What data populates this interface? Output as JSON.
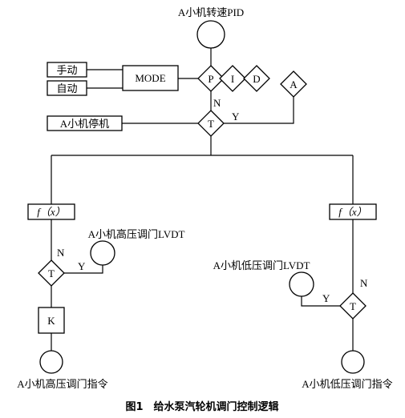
{
  "diagram": {
    "top_label": "A小机转速PID",
    "manual_label": "手动",
    "auto_label": "自动",
    "mode_label": "MODE",
    "pid": [
      "P",
      "I",
      "D"
    ],
    "a_label": "A",
    "stop_label": "A小机停机",
    "n_label": "N",
    "y_label": "Y",
    "t_label": "T",
    "k_label": "K",
    "fx_label": "f（x）",
    "hp_lvdt_label": "A小机高压调门LVDT",
    "lp_lvdt_label": "A小机低压调门LVDT",
    "hp_cmd_label": "A小机高压调门指令",
    "lp_cmd_label": "A小机低压调门指令"
  },
  "caption": "图1　给水泵汽轮机调门控制逻辑"
}
